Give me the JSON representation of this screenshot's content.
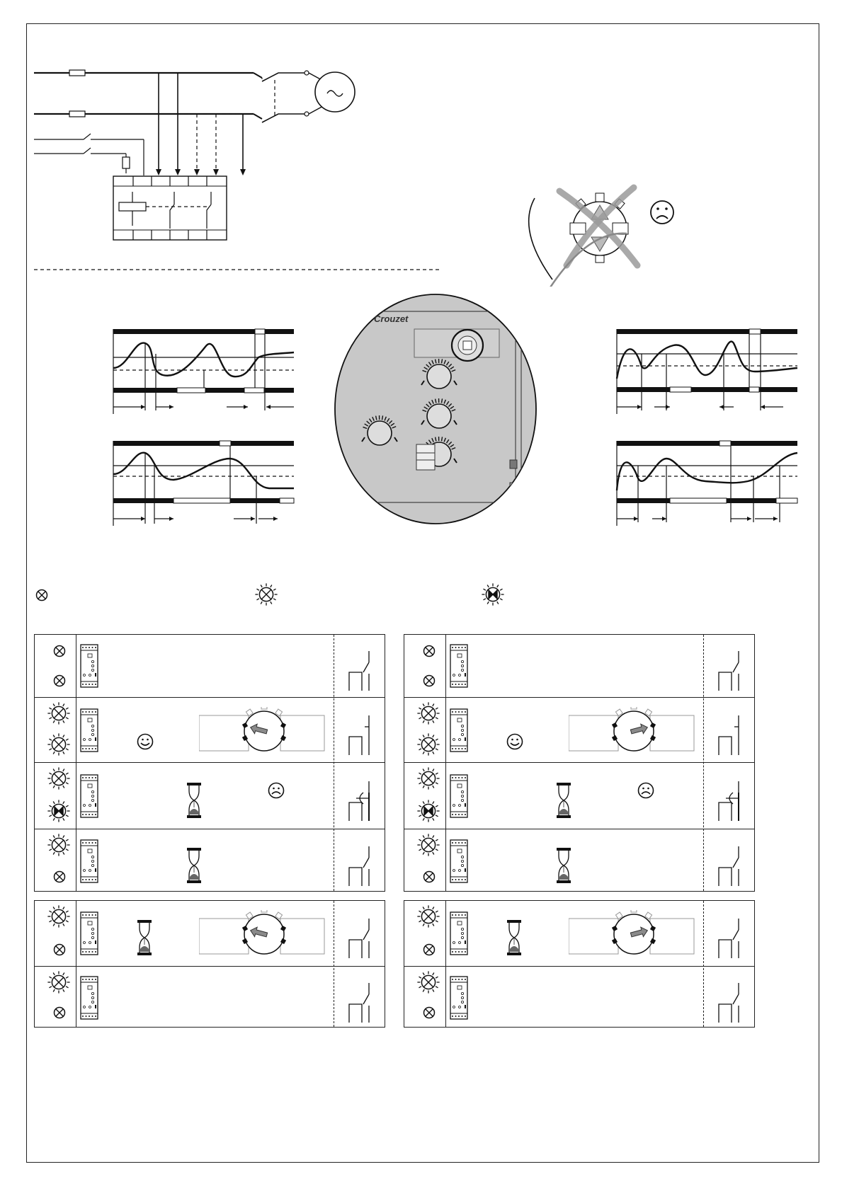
{
  "brand": {
    "name": "Crouzet"
  },
  "colors": {
    "line": "#111111",
    "panel_grey": "#c8c8c8",
    "arrow_grey": "#8a8a8a",
    "cross_grey": "#9a9a9a"
  },
  "icons": {
    "lamp_off": "circle-x-icon",
    "lamp_on": "sunburst-lamp-icon",
    "lamp_fault": "sunburst-bowtie-lamp-icon",
    "happy": "smiley-face-icon",
    "sad": "sad-face-icon",
    "timer": "hourglass-icon",
    "module": "relay-module-icon",
    "dial": "dial-knob-icon",
    "contact": "relay-contact-icon",
    "motor": "ac-motor-icon"
  },
  "legend": [
    {
      "state": "off"
    },
    {
      "state": "on"
    },
    {
      "state": "fault"
    }
  ],
  "tables": [
    {
      "dial_direction": "left",
      "rows": [
        {
          "lamp1": "off",
          "lamp2": "off",
          "face": "",
          "timer": false,
          "dial": false,
          "contact": "open"
        },
        {
          "lamp1": "on",
          "lamp2": "on",
          "face": "happy",
          "timer": false,
          "dial": true,
          "contact": "closed"
        },
        {
          "lamp1": "on",
          "lamp2": "fault",
          "face": "sad",
          "timer": true,
          "dial": false,
          "contact": "tripped"
        },
        {
          "lamp1": "on",
          "lamp2": "off",
          "face": "",
          "timer": true,
          "dial": false,
          "contact": "open"
        }
      ],
      "rows2": [
        {
          "lamp1": "on",
          "lamp2": "off",
          "timer": true,
          "dial": true,
          "contact": "open"
        },
        {
          "lamp1": "on",
          "lamp2": "off",
          "timer": false,
          "dial": false,
          "contact": "open"
        }
      ]
    },
    {
      "dial_direction": "right",
      "rows": [
        {
          "lamp1": "off",
          "lamp2": "off",
          "face": "",
          "timer": false,
          "dial": false,
          "contact": "open"
        },
        {
          "lamp1": "on",
          "lamp2": "on",
          "face": "happy",
          "timer": false,
          "dial": true,
          "contact": "closed"
        },
        {
          "lamp1": "on",
          "lamp2": "fault",
          "face": "sad",
          "timer": true,
          "dial": false,
          "contact": "tripped"
        },
        {
          "lamp1": "on",
          "lamp2": "off",
          "face": "",
          "timer": true,
          "dial": false,
          "contact": "open"
        }
      ],
      "rows2": [
        {
          "lamp1": "on",
          "lamp2": "off",
          "timer": true,
          "dial": true,
          "contact": "open"
        },
        {
          "lamp1": "on",
          "lamp2": "off",
          "timer": false,
          "dial": false,
          "contact": "open"
        }
      ]
    }
  ]
}
